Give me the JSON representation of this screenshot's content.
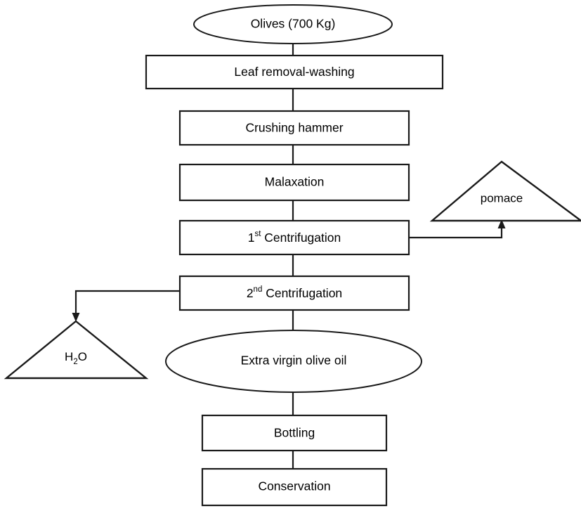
{
  "diagram": {
    "title": "Olive oil production process flow diagram",
    "background_color": "#ffffff",
    "line_color": "#1a1a1a",
    "text_color": "#000000",
    "nodes": {
      "olives": {
        "label": "Olives (700 Kg)",
        "shape": "ellipse",
        "role": "start"
      },
      "leaf_removal": {
        "label": "Leaf removal-washing",
        "shape": "rectangle",
        "role": "process"
      },
      "crushing": {
        "label": "Crushing hammer",
        "shape": "rectangle",
        "role": "process"
      },
      "malaxation": {
        "label": "Malaxation",
        "shape": "rectangle",
        "role": "process"
      },
      "first_centrifugation": {
        "label_main": "1",
        "label_sup": "st",
        "label_rest": " Centrifugation",
        "label_full": "1st Centrifugation",
        "shape": "rectangle",
        "role": "process"
      },
      "second_centrifugation": {
        "label_main": "2",
        "label_sup": "nd",
        "label_rest": " Centrifugation",
        "label_full": "2nd Centrifugation",
        "shape": "rectangle",
        "role": "process"
      },
      "pomace": {
        "label": "pomace",
        "shape": "triangle",
        "role": "byproduct-output"
      },
      "water": {
        "label_main": "H",
        "label_sub": "2",
        "label_rest": "O",
        "label_full": "H2O",
        "shape": "triangle",
        "role": "byproduct-output"
      },
      "olive_oil": {
        "label": "Extra virgin olive oil",
        "shape": "ellipse",
        "role": "product"
      },
      "bottling": {
        "label": "Bottling",
        "shape": "rectangle",
        "role": "process"
      },
      "conservation": {
        "label": "Conservation",
        "shape": "rectangle",
        "role": "process"
      }
    },
    "edges": [
      {
        "from": "olives",
        "to": "leaf_removal",
        "arrow": false
      },
      {
        "from": "leaf_removal",
        "to": "crushing",
        "arrow": false
      },
      {
        "from": "crushing",
        "to": "malaxation",
        "arrow": false
      },
      {
        "from": "malaxation",
        "to": "first_centrifugation",
        "arrow": false
      },
      {
        "from": "first_centrifugation",
        "to": "second_centrifugation",
        "arrow": false
      },
      {
        "from": "first_centrifugation",
        "to": "pomace",
        "arrow": true
      },
      {
        "from": "second_centrifugation",
        "to": "water",
        "arrow": true
      },
      {
        "from": "second_centrifugation",
        "to": "olive_oil",
        "arrow": false
      },
      {
        "from": "olive_oil",
        "to": "bottling",
        "arrow": false
      },
      {
        "from": "bottling",
        "to": "conservation",
        "arrow": false
      }
    ]
  }
}
